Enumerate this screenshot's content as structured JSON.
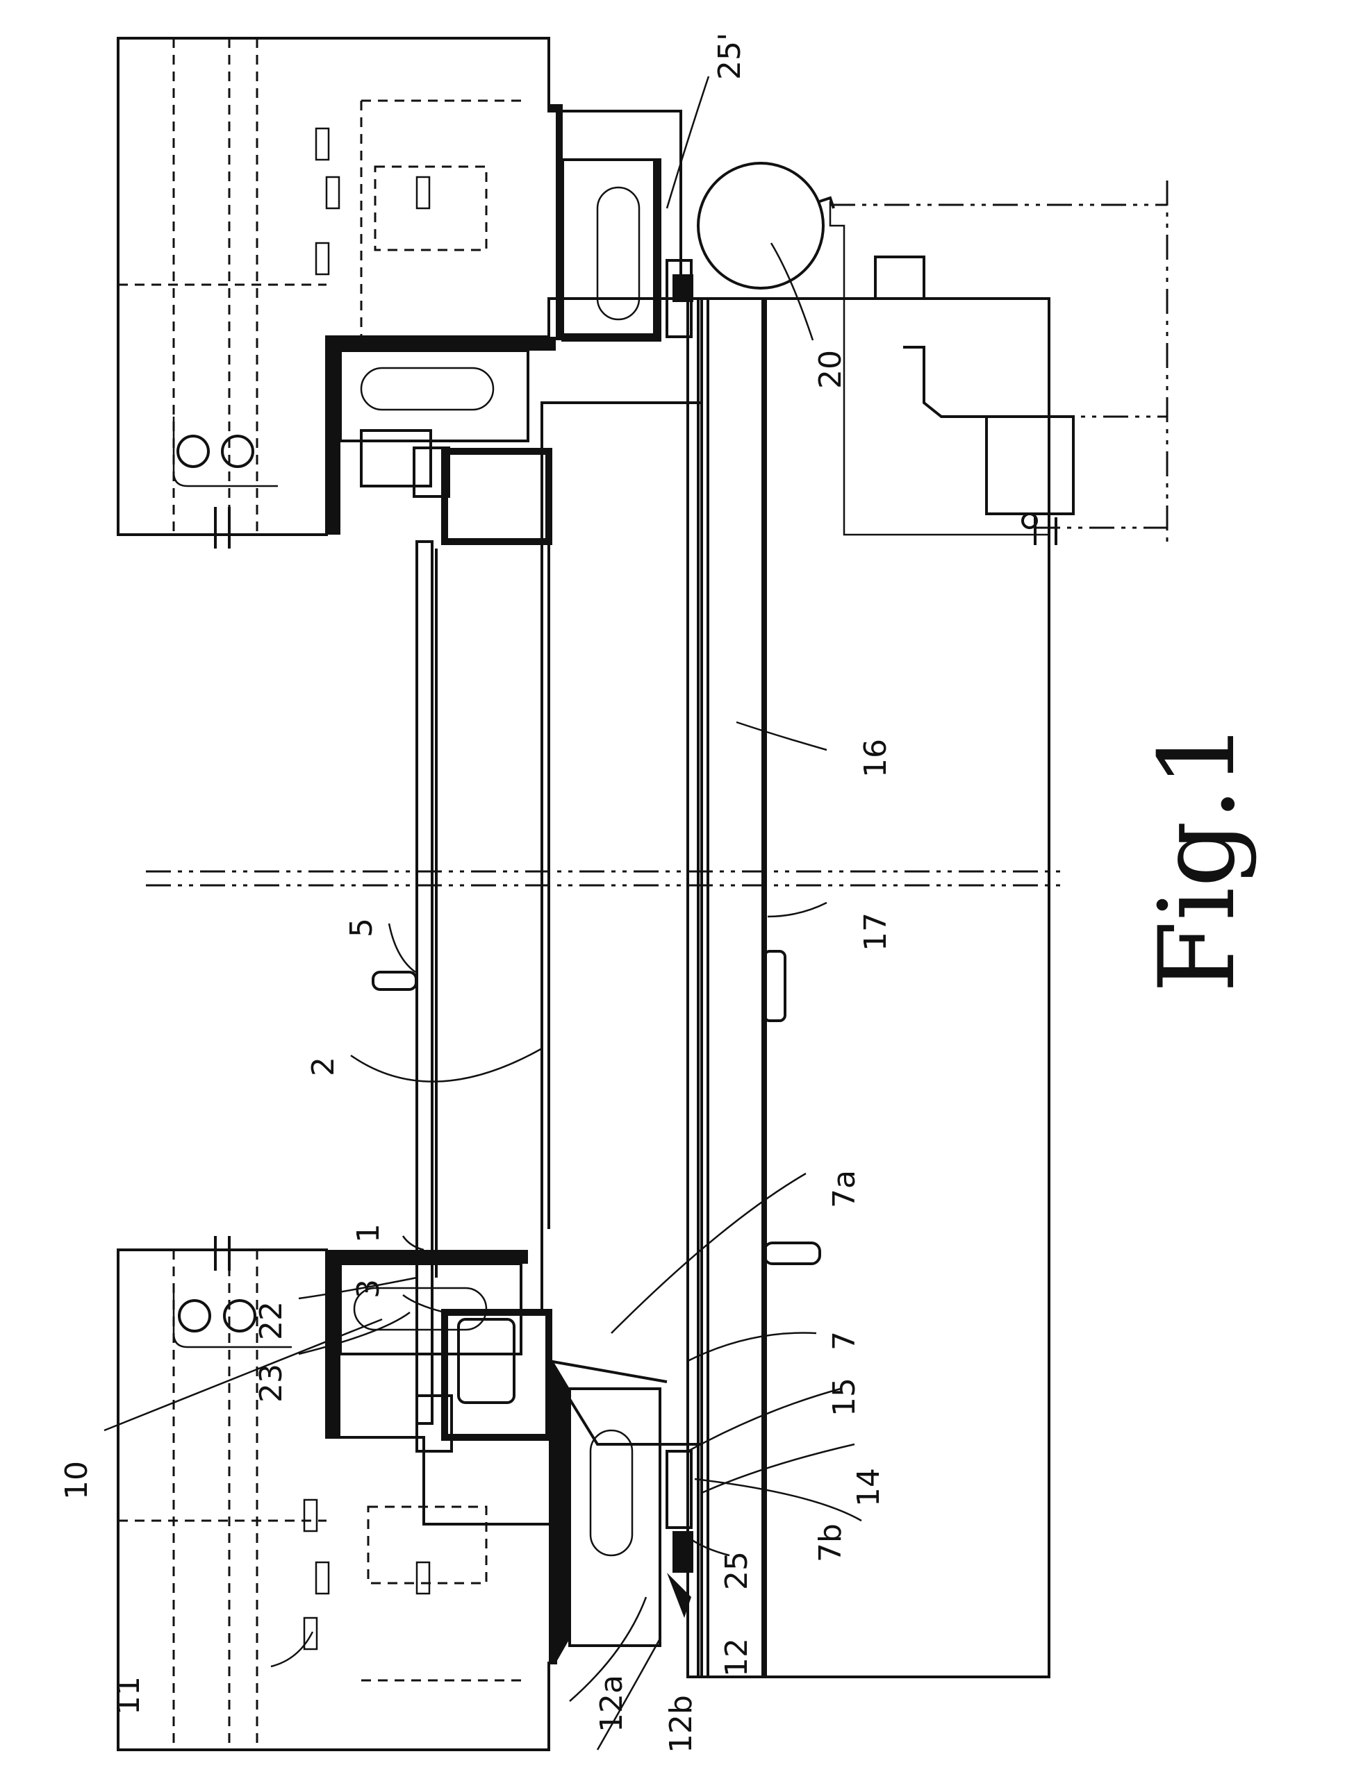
{
  "figure": {
    "caption": "Fig.1"
  },
  "labels": {
    "n25p": "25'",
    "n20": "20",
    "n16": "16",
    "n17": "17",
    "n5": "5",
    "n2": "2",
    "n1": "1",
    "n3": "3",
    "n7a": "7a",
    "n7": "7",
    "n22": "22",
    "n23": "23",
    "n10": "10",
    "n15": "15",
    "n14": "14",
    "n7b": "7b",
    "n25": "25",
    "n12": "12",
    "n12a": "12a",
    "n12b": "12b",
    "n11": "11"
  }
}
